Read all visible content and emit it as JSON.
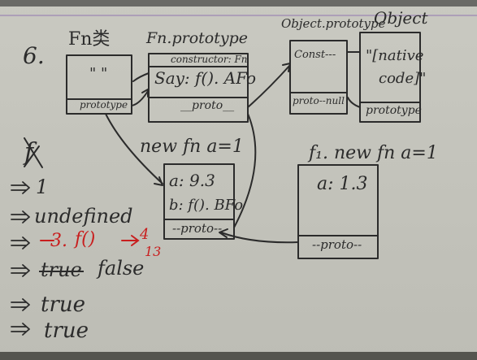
{
  "colors": {
    "ink": "#2b2b2b",
    "red_ink": "#c81e1e",
    "paper": "#c6c6be"
  },
  "question_number": "6.",
  "fn_title": "Fn类",
  "fn_box": {
    "content": "\" \"",
    "proto_label": "prototype"
  },
  "fn_proto_title": "Fn.prototype",
  "fn_proto_box": {
    "constructor": "constructor: Fn",
    "say": "Say: f(). AFo",
    "proto": "__proto__"
  },
  "object_proto_title": "Object.prototype",
  "object_proto_box": {
    "const": "Const---",
    "proto": "proto--null"
  },
  "object_title": "Object",
  "object_box": {
    "content_line1": "\"[native",
    "content_line2": "code]\"",
    "proto_label": "prototype"
  },
  "new_fn_a": "new fn a=1",
  "instance_a": {
    "a": "a: 9.3",
    "b": "b: f(). BFo",
    "proto": "--proto--"
  },
  "f1_label": "f₁. new fn a=1",
  "instance_f1": {
    "a": "a: 1.3",
    "proto": "--proto--"
  },
  "answers": {
    "crossed_top": "f",
    "a1": "1",
    "a2": "undefined",
    "a3_prefix": "3.",
    "a3_value": "f()",
    "a3_red_1": "4",
    "a3_red_2": "13",
    "a4_struck": "true",
    "a4_correct": "false",
    "a5": "true",
    "a6": "true"
  }
}
